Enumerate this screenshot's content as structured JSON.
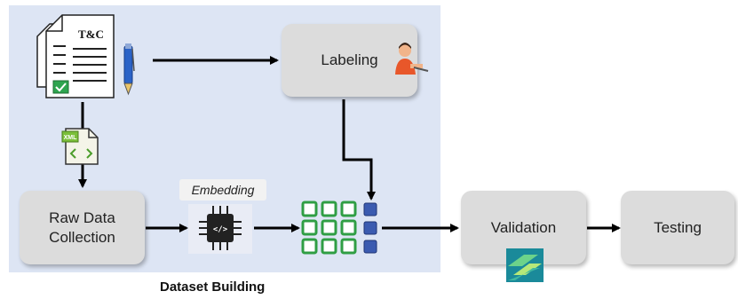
{
  "panel": {
    "caption": "Dataset Building"
  },
  "document": {
    "tag": "T&C"
  },
  "nodes": {
    "labeling": "Labeling",
    "raw_data": "Raw Data Collection",
    "embedding": "Embedding",
    "validation": "Validation",
    "testing": "Testing"
  },
  "colors": {
    "panel": "#dde5f4",
    "box": "#dcdcdc",
    "grid_green": "#2f9e44",
    "grid_blue": "#3b5bb0",
    "arrow": "#000000",
    "check": "#2ea44f",
    "pen": "#2b63c7"
  },
  "icons": [
    "document-icon",
    "pen-icon",
    "labeler-person-icon",
    "code-file-icon",
    "chip-icon",
    "embedding-grid-icon",
    "validation-logo-icon"
  ]
}
